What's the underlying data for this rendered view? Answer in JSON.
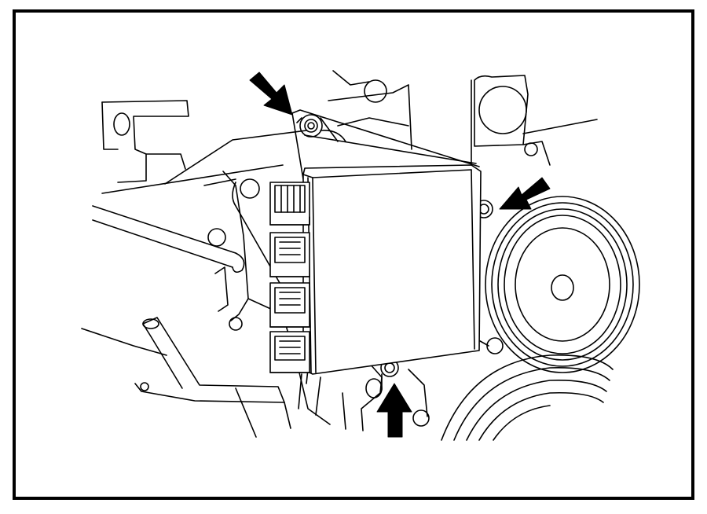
{
  "figure": {
    "background": "#ffffff",
    "line_color": "#000000",
    "callout_arrows": [
      {
        "name": "arrow-top-left-bolt",
        "points_to": "upper-left-mounting-bolt"
      },
      {
        "name": "arrow-right-bolt",
        "points_to": "right-mounting-bolt"
      },
      {
        "name": "arrow-bottom-bolt",
        "points_to": "lower-mounting-bolt"
      }
    ],
    "connector_count": 4
  }
}
